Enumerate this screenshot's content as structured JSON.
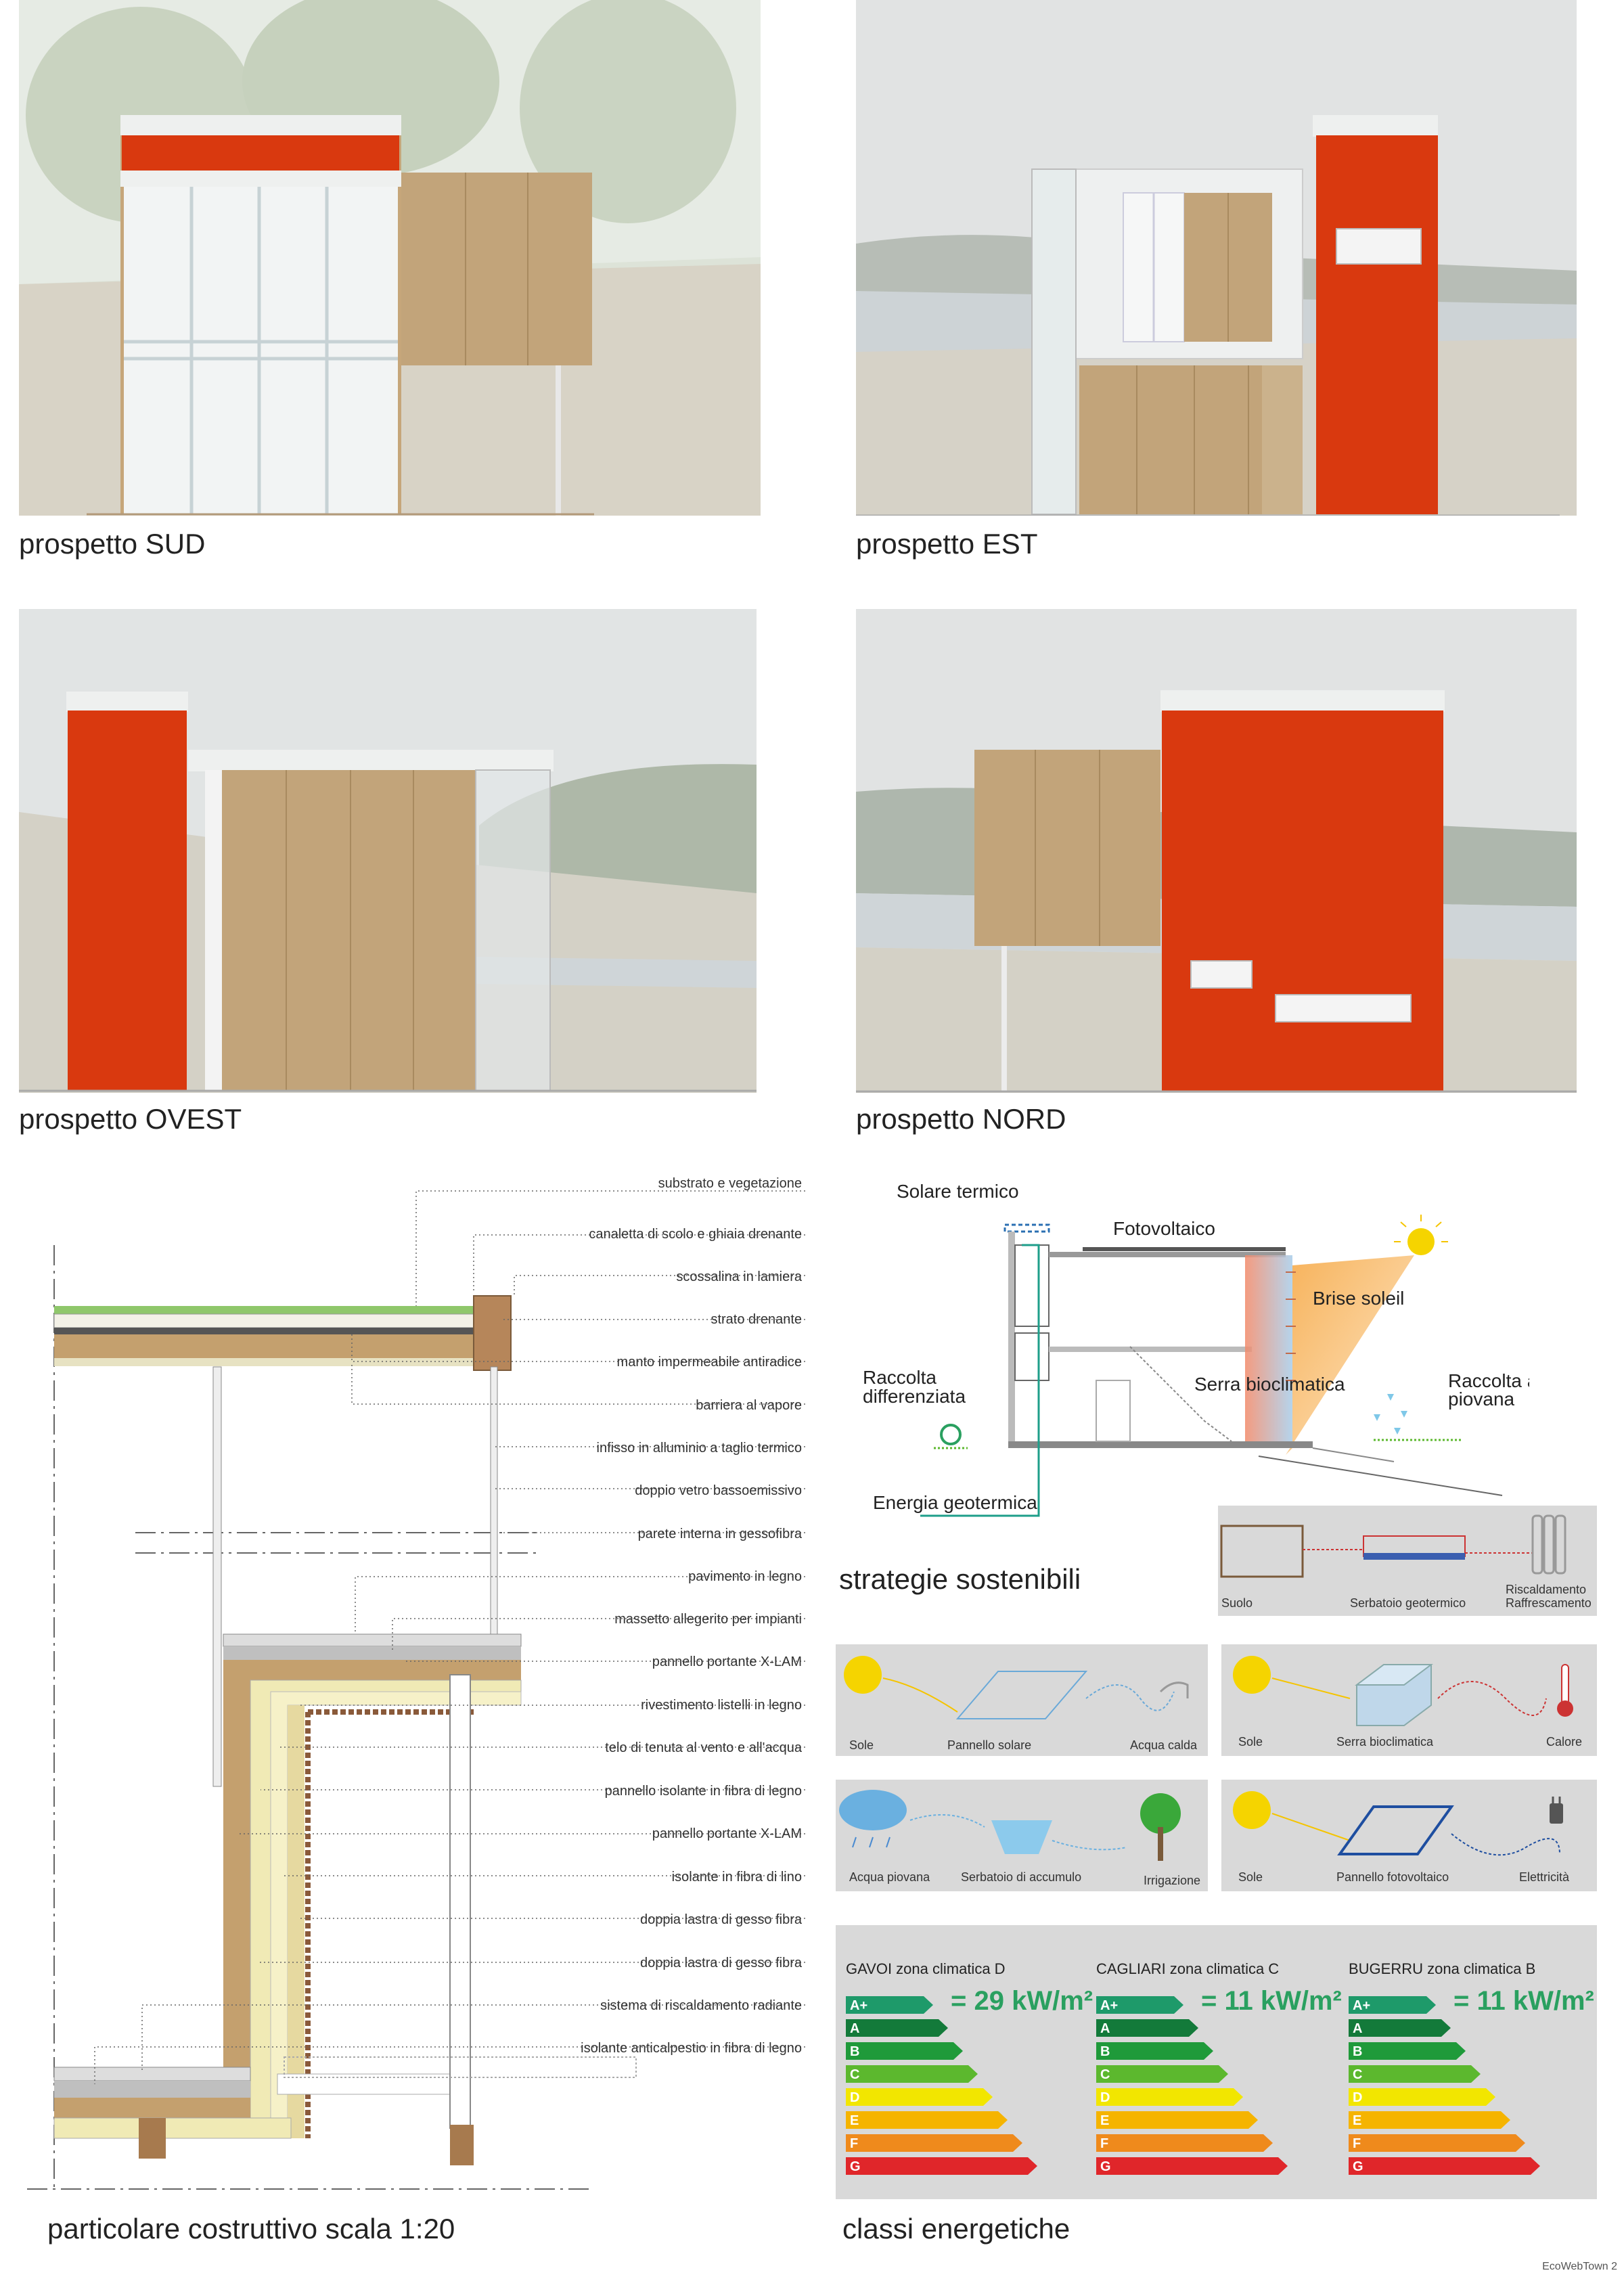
{
  "elevations": [
    {
      "caption": "prospetto SUD"
    },
    {
      "caption": "prospetto EST"
    },
    {
      "caption": "prospetto OVEST"
    },
    {
      "caption": "prospetto NORD"
    }
  ],
  "detail": {
    "caption": "particolare costruttivo scala 1:20",
    "labels": [
      "substrato e vegetazione",
      "canaletta di scolo e ghiaia drenante",
      "scossalina in lamiera",
      "strato drenante",
      "manto impermeabile antiradice",
      "barriera al vapore",
      "infisso in alluminio a taglio termico",
      "doppio vetro bassoemissivo",
      "parete interna in gessofibra",
      "pavimento in legno",
      "massetto allegerito per impianti",
      "pannello portante X-LAM",
      "rivestimento listelli in legno",
      "telo  di tenuta al vento e all'acqua",
      "pannello isolante in fibra di legno",
      "pannello portante X-LAM",
      "isolante in fibra di lino",
      "doppia lastra di gesso fibra",
      "doppia lastra di gesso fibra",
      "sistema di riscaldamento radiante",
      "isolante anticalpestio in fibra di legno"
    ]
  },
  "strategies": {
    "caption": "strategie sostenibili",
    "section_labels": {
      "solare": "Solare termico",
      "fotovoltaico": "Fotovoltaico",
      "brise": "Brise soleil",
      "raccolta_diff_1": "Raccolta",
      "raccolta_diff_2": "differenziata",
      "serra": "Serra bioclimatica",
      "raccolta_acqua_1": "Raccolta acqua",
      "raccolta_acqua_2": "piovana",
      "geotermica": "Energia geotermica"
    },
    "geo": {
      "suolo": "Suolo",
      "serbatoio": "Serbatoio geotermico",
      "risc1": "Riscaldamento",
      "risc2": "Raffrescamento"
    },
    "solar_thermal": {
      "sole": "Sole",
      "pannello": "Pannello solare",
      "acqua": "Acqua calda"
    },
    "greenhouse": {
      "sole": "Sole",
      "serra": "Serra bioclimatica",
      "calore": "Calore"
    },
    "rain": {
      "acqua": "Acqua piovana",
      "serbatoio": "Serbatoio di accumulo",
      "irrigazione": "Irrigazione"
    },
    "pv": {
      "sole": "Sole",
      "pannello": "Pannello fotovoltaico",
      "elettricita": "Elettricità"
    }
  },
  "energy": {
    "caption": "classi energetiche",
    "classes": [
      "A+",
      "A",
      "B",
      "C",
      "D",
      "E",
      "F",
      "G"
    ],
    "colors": [
      "#1e9a6a",
      "#137a3a",
      "#1f9a3a",
      "#5cb82e",
      "#f2e600",
      "#f5b400",
      "#ef8a1c",
      "#e0262a"
    ],
    "locations": [
      {
        "title": "GAVOI zona climatica D",
        "value": "= 29 kW/m²"
      },
      {
        "title": "CAGLIARI zona climatica C",
        "value": "= 11 kW/m²"
      },
      {
        "title": "BUGERRU zona climatica B",
        "value": "= 11 kW/m²"
      }
    ]
  },
  "footer": "EcoWebTown 2"
}
